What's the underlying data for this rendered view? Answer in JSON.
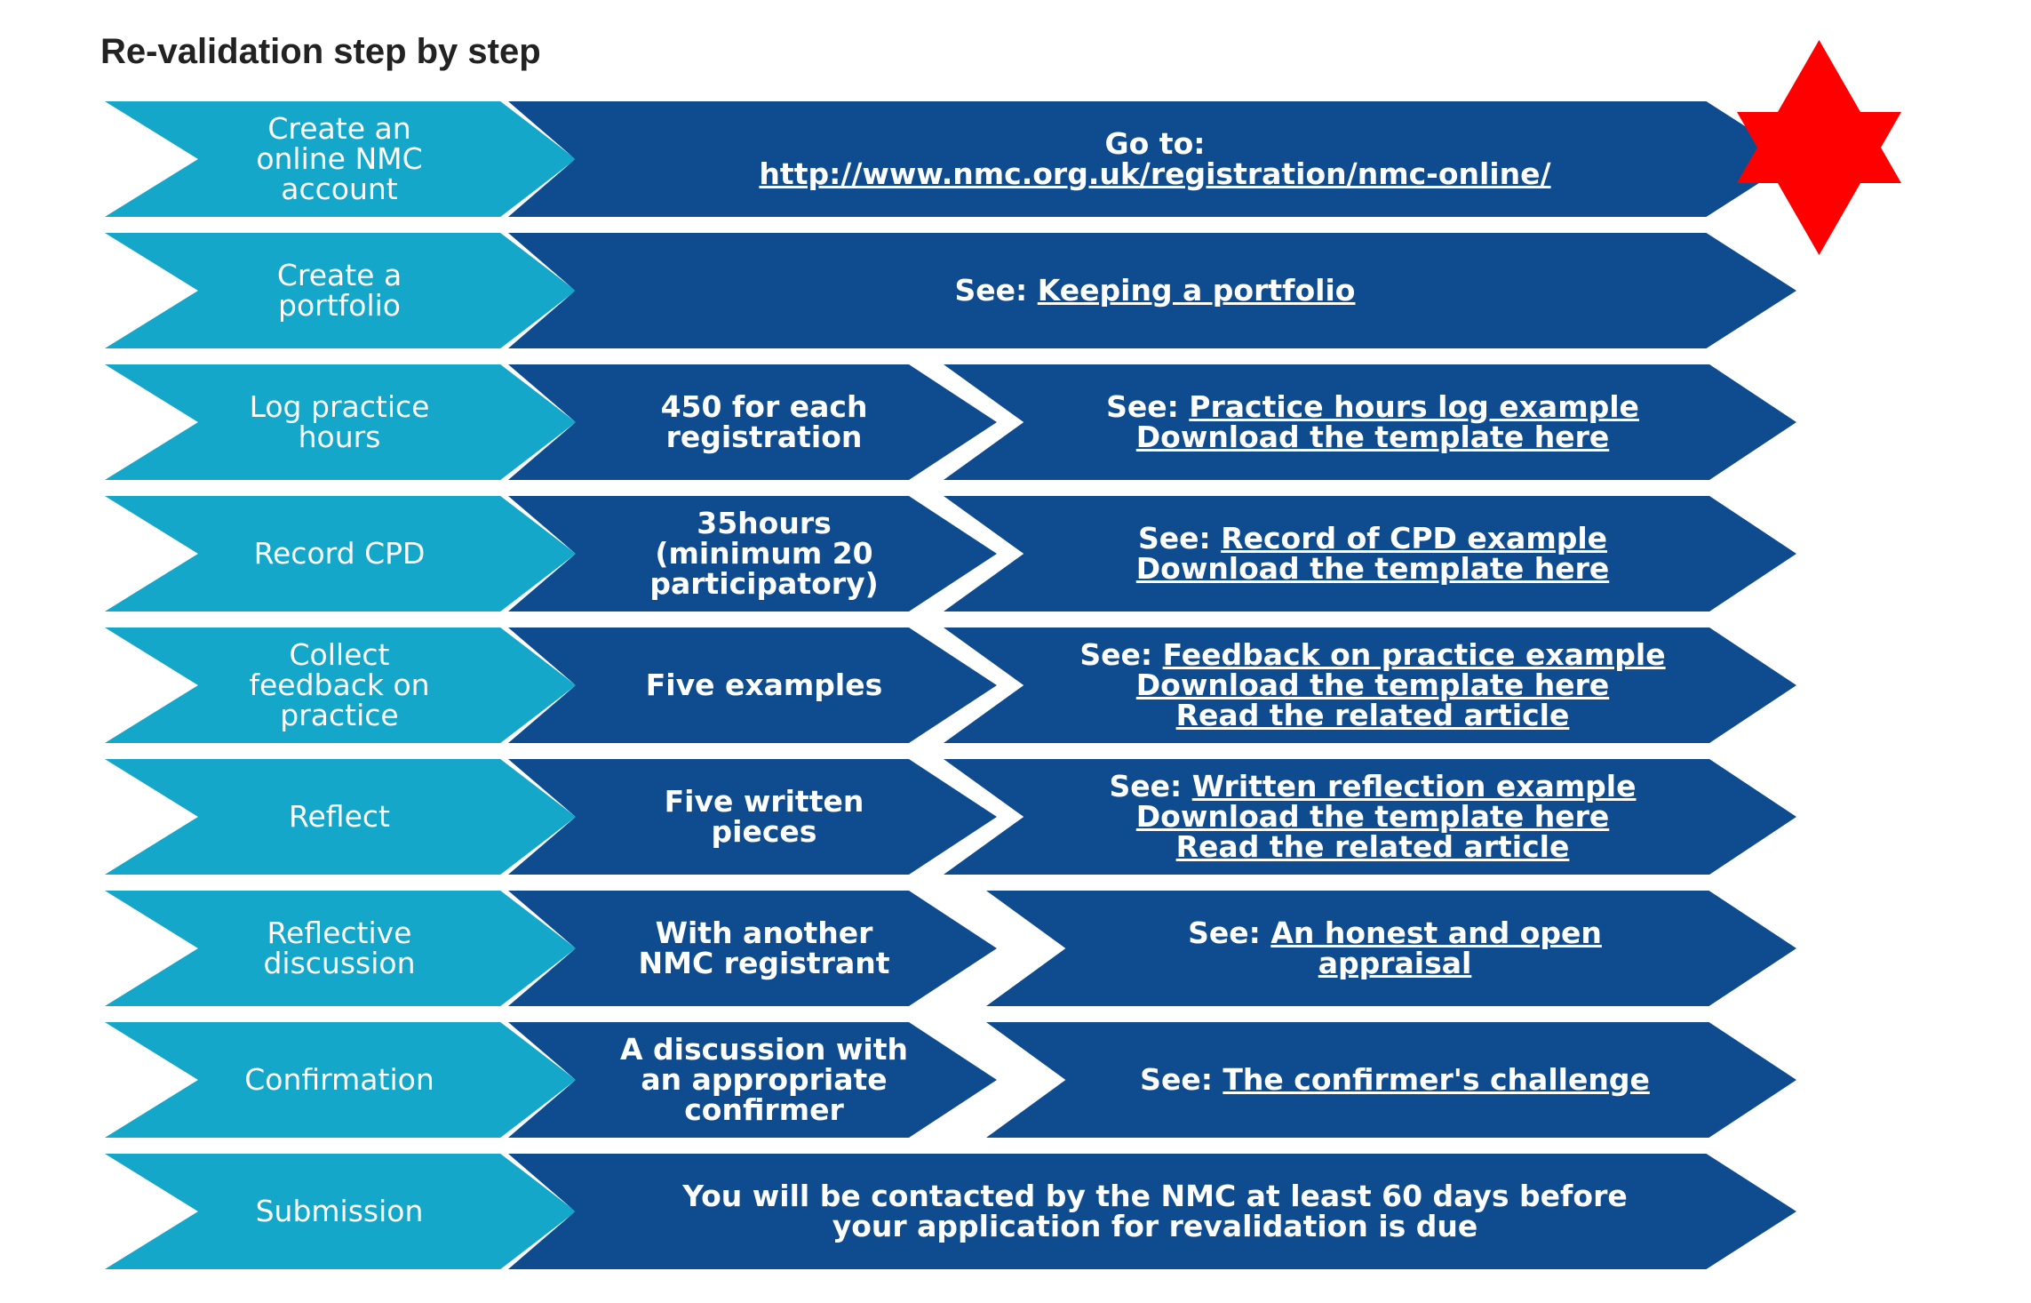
{
  "title": "Re-validation step by step",
  "colors": {
    "step": "#14a7c9",
    "detail": "#0f4c8f",
    "star": "#ff0000",
    "text": "#ffffff"
  },
  "decoration": {
    "star": "red-six-pointed-star"
  },
  "steps": [
    {
      "label": [
        "Create an",
        "online NMC",
        "account"
      ],
      "info": {
        "lines": [
          {
            "text": "Go to:"
          },
          {
            "link": "http://www.nmc.org.uk/registration/nmc-online/"
          }
        ]
      }
    },
    {
      "label": [
        "Create a",
        "portfolio"
      ],
      "info": {
        "lines": [
          {
            "text": "See: ",
            "link": "Keeping a portfolio"
          }
        ]
      }
    },
    {
      "label": [
        "Log practice",
        "hours"
      ],
      "detail": [
        "450 for each",
        "registration"
      ],
      "resources": [
        {
          "text": "See: ",
          "link": "Practice hours log example"
        },
        {
          "link": "Download the template here"
        }
      ]
    },
    {
      "label": [
        "Record CPD"
      ],
      "detail": [
        "35hours",
        "(minimum 20",
        "participatory)"
      ],
      "resources": [
        {
          "text": "See: ",
          "link": "Record of CPD example"
        },
        {
          "link": "Download the template here"
        }
      ]
    },
    {
      "label": [
        "Collect",
        "feedback on",
        "practice"
      ],
      "detail": [
        "Five examples"
      ],
      "resources": [
        {
          "text": "See: ",
          "link": "Feedback on practice example"
        },
        {
          "link": "Download the template here"
        },
        {
          "link": "Read the related article"
        }
      ]
    },
    {
      "label": [
        "Reflect"
      ],
      "detail": [
        "Five written",
        "pieces"
      ],
      "resources": [
        {
          "text": "See: ",
          "link": "Written reflection example"
        },
        {
          "link": "Download the template here"
        },
        {
          "link": "Read the related article"
        }
      ]
    },
    {
      "label": [
        "Reflective",
        "discussion"
      ],
      "detail": [
        "With another",
        "NMC registrant"
      ],
      "resources": [
        {
          "text": "See: ",
          "link": "An honest and open"
        },
        {
          "link": "appraisal"
        }
      ]
    },
    {
      "label": [
        "Confirmation"
      ],
      "detail": [
        "A discussion with",
        "an appropriate",
        "confirmer"
      ],
      "resources": [
        {
          "text": "See: ",
          "link": "The confirmer's challenge"
        }
      ]
    },
    {
      "label": [
        "Submission"
      ],
      "info": {
        "lines": [
          {
            "text": "You will be contacted by the NMC at least 60 days before"
          },
          {
            "text": "your application for revalidation is due"
          }
        ]
      }
    }
  ]
}
